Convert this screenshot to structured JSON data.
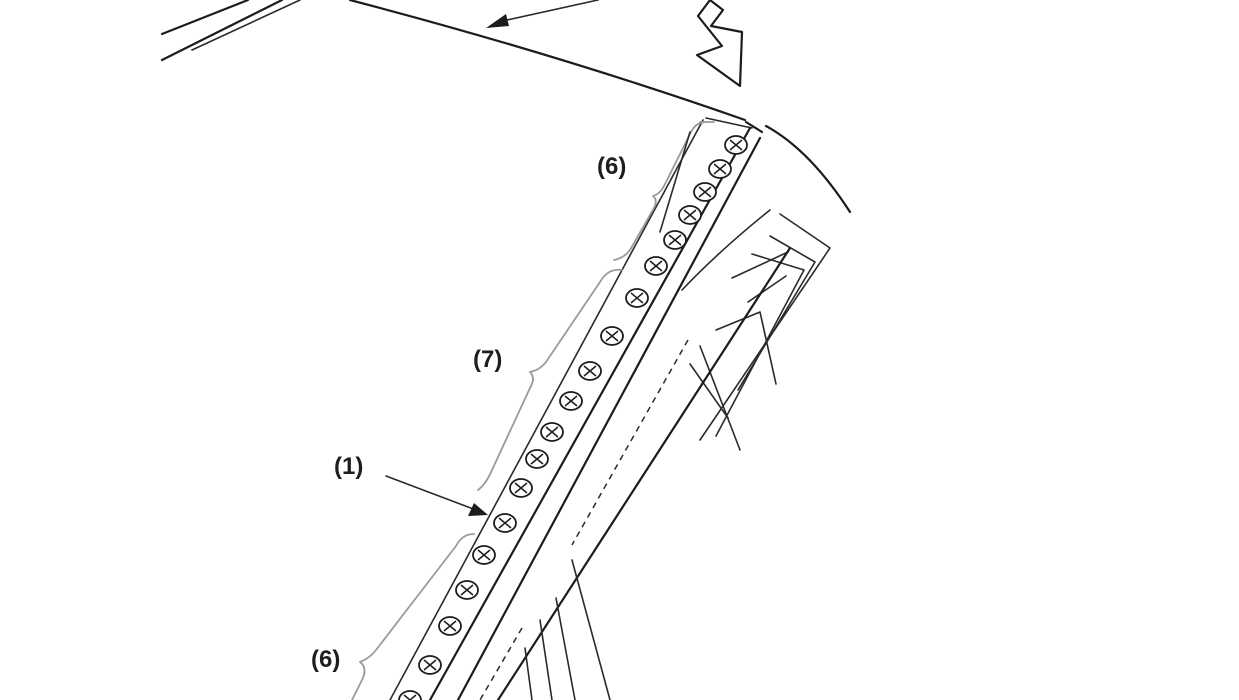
{
  "diagram": {
    "callouts": {
      "six_top": "(6)",
      "seven": "(7)",
      "one": "(1)",
      "six_bottom": "(6)"
    },
    "icons": {
      "fastener": "clip-marker-icon",
      "direction": "down-arrow-icon"
    },
    "colors": {
      "line": "#1c1c1c",
      "brace": "#9a9a9a",
      "background": "#ffffff"
    }
  }
}
